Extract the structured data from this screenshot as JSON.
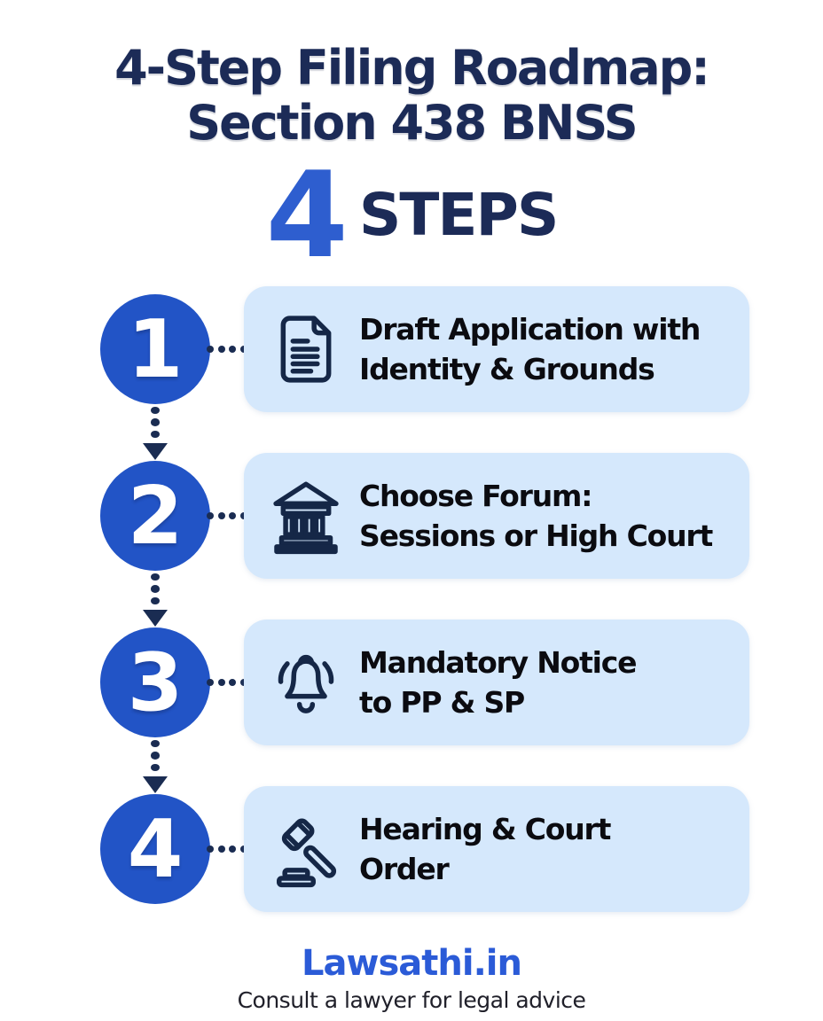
{
  "header": {
    "title_line1": "4-Step Filing Roadmap:",
    "title_line2": "Section 438 BNSS",
    "big_number": "4",
    "big_number_label": "STEPS"
  },
  "steps": [
    {
      "number": "1",
      "icon": "document-icon",
      "line1": "Draft Application with",
      "line2": "Identity & Grounds"
    },
    {
      "number": "2",
      "icon": "courthouse-icon",
      "line1": "Choose Forum:",
      "line2": "Sessions or High Court"
    },
    {
      "number": "3",
      "icon": "bell-icon",
      "line1": "Mandatory Notice",
      "line2": "to PP & SP"
    },
    {
      "number": "4",
      "icon": "gavel-icon",
      "line1": "Hearing & Court",
      "line2": "Order"
    }
  ],
  "footer": {
    "brand": "Lawsathi.in",
    "disclaimer": "Consult a lawyer for legal advice"
  },
  "colors": {
    "background": "#ffffff",
    "title_navy": "#1c2b57",
    "accent_blue": "#2e5ecf",
    "circle_blue": "#2254c6",
    "card_background": "#d5e8fc",
    "card_text": "#0b0b10",
    "connector_navy": "#1a2c52",
    "icon_navy": "#152747",
    "brand_blue": "#2b5bd7"
  }
}
